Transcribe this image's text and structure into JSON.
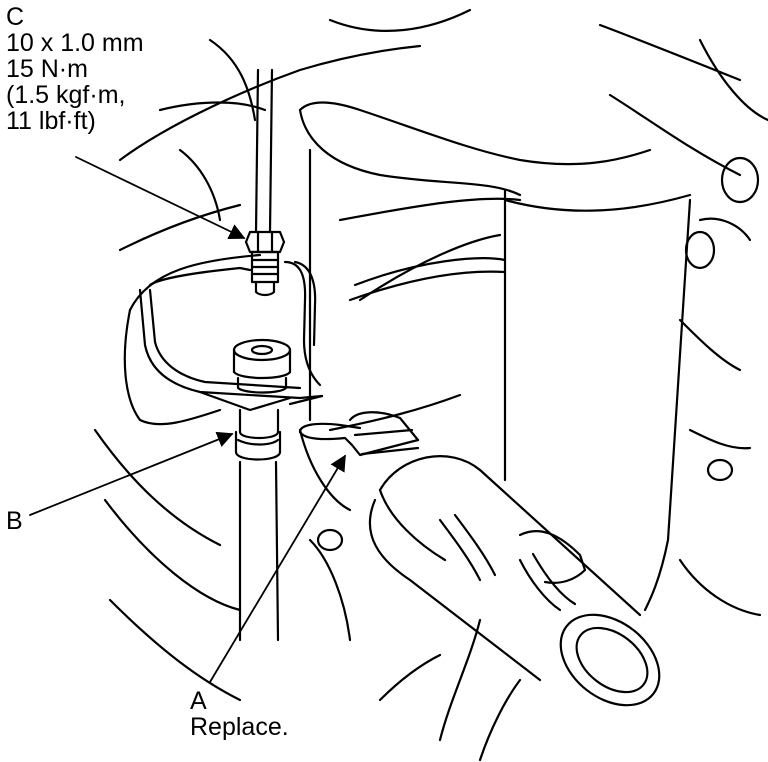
{
  "labels": {
    "c": {
      "letter": "C",
      "size": "10 x 1.0 mm",
      "torque": "15 N·m",
      "kgf": "(1.5 kgf·m,",
      "lbf": "11 lbf·ft)"
    },
    "b": {
      "letter": "B"
    },
    "a": {
      "letter": "A",
      "note": "Replace."
    }
  },
  "colors": {
    "ink": "#000000",
    "paper": "#ffffff"
  }
}
